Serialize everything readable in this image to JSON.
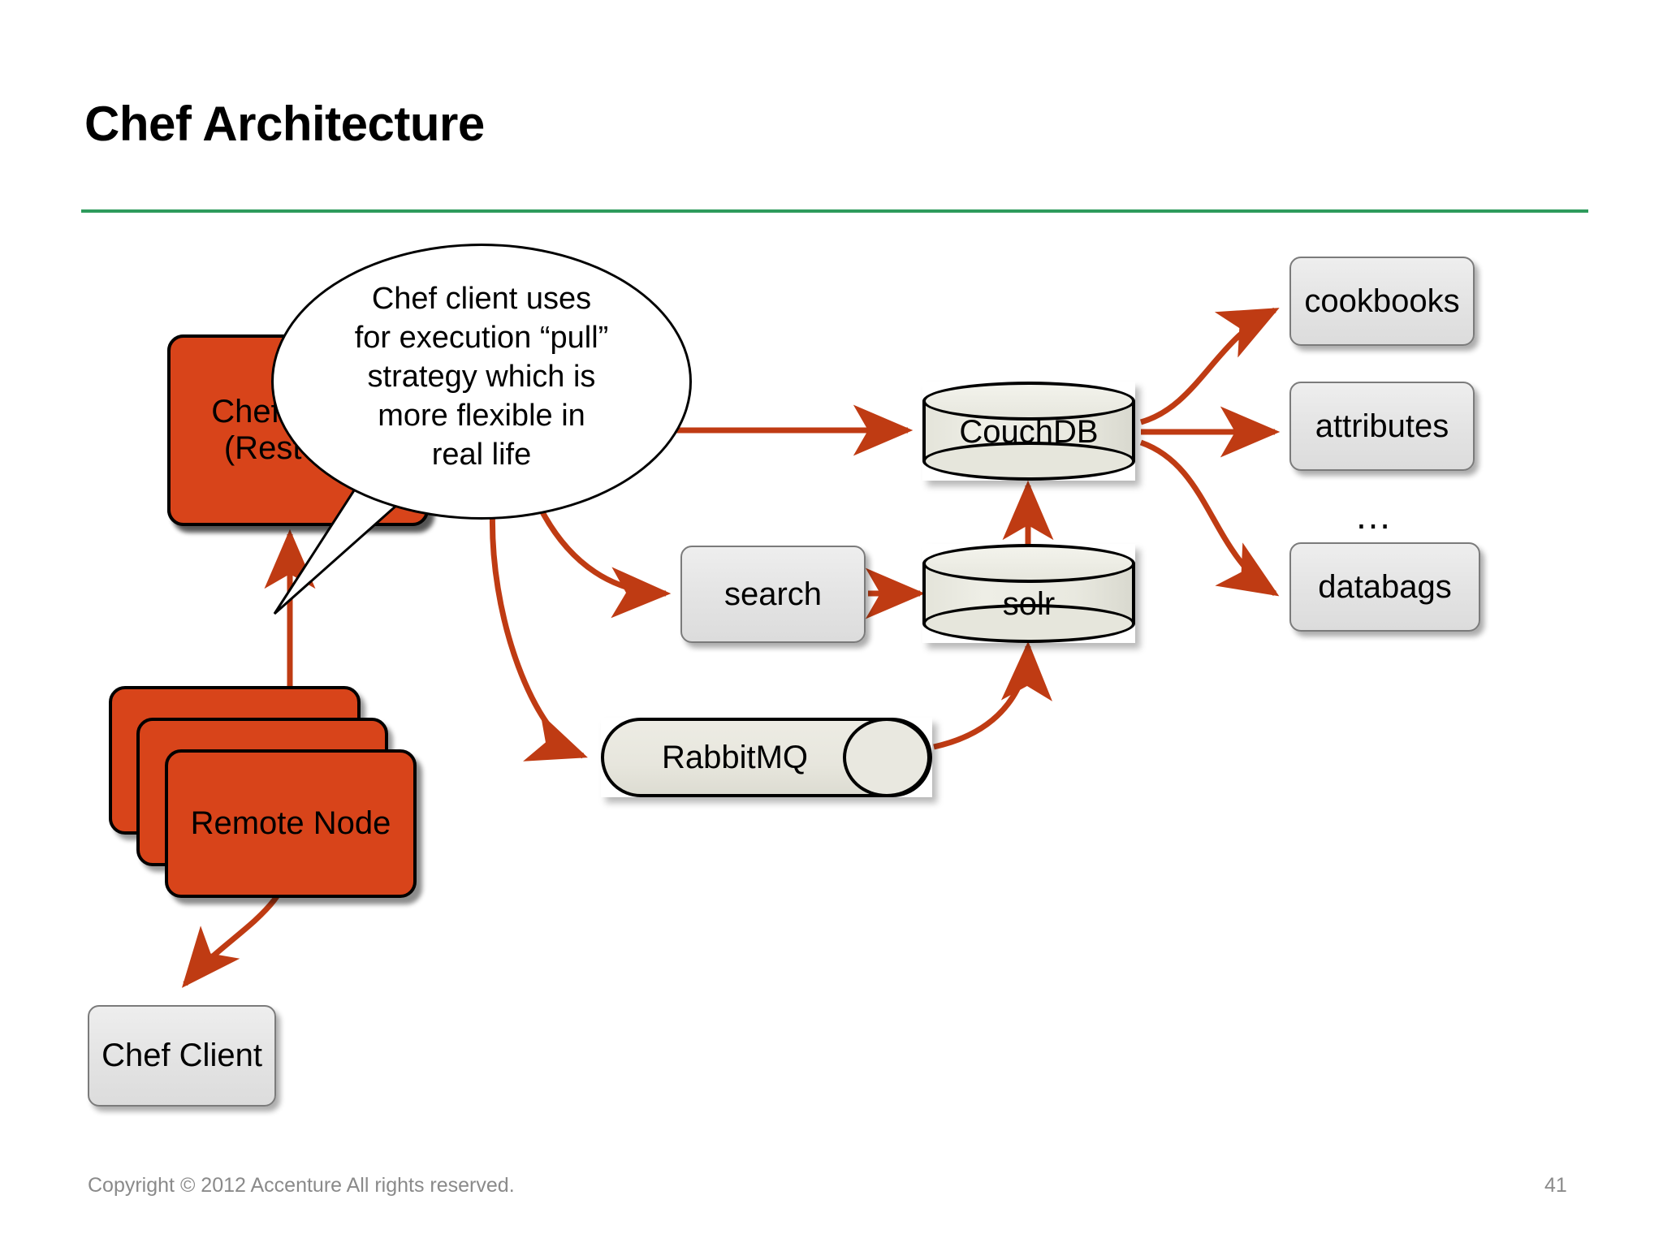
{
  "slide": {
    "title": "Chef Architecture",
    "rule_color": "#2e9b5c",
    "page_number": "41",
    "copyright": "Copyright © 2012 Accenture  All rights reserved."
  },
  "palette": {
    "orange_fill": "#d8441a",
    "arrow": "#bf3b13",
    "grey_fill": "#e3e3e3",
    "cylinder_fill": "#e9e9e0",
    "rule_green": "#2e9b5c",
    "footer_grey": "#8a8a8a"
  },
  "callout": {
    "text": "Chef client uses\nfor execution “pull”\nstrategy which is\nmore flexible in\nreal life"
  },
  "nodes": {
    "chef_server": {
      "label": "Chef Server\n(Rest API)"
    },
    "remote_node": {
      "label": "Remote Node"
    },
    "chef_client": {
      "label": "Chef Client"
    },
    "couchdb": {
      "label": "CouchDB"
    },
    "solr": {
      "label": "solr"
    },
    "search": {
      "label": "search"
    },
    "rabbitmq": {
      "label": "RabbitMQ"
    },
    "cookbooks": {
      "label": "cookbooks"
    },
    "attributes": {
      "label": "attributes"
    },
    "ellipsis": {
      "label": "…"
    },
    "databags": {
      "label": "databags"
    }
  }
}
